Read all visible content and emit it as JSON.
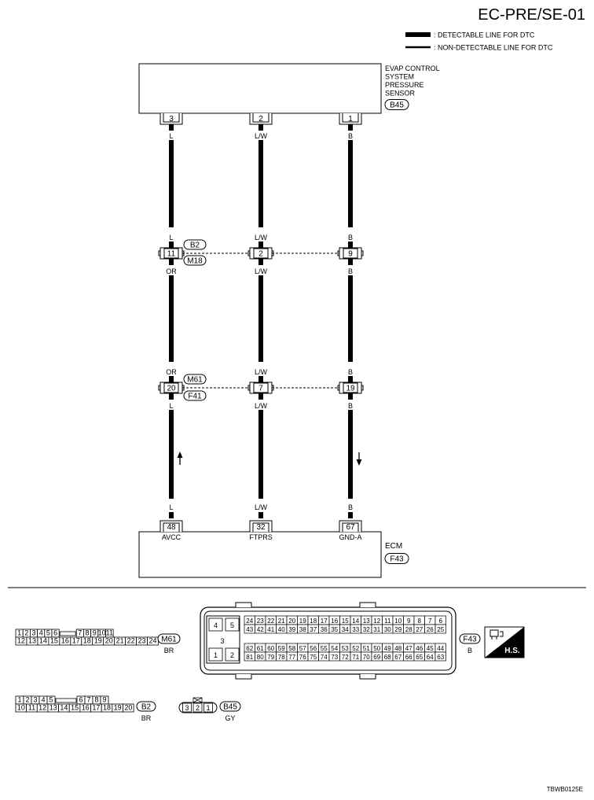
{
  "header": {
    "code": "EC-PRE/SE-01"
  },
  "legend": [
    {
      "text": ": DETECTABLE LINE FOR DTC",
      "style": "thick"
    },
    {
      "text": ": NON-DETECTABLE LINE FOR DTC",
      "style": "thin"
    }
  ],
  "sensor": {
    "name_lines": [
      "EVAP CONTROL",
      "SYSTEM",
      "PRESSURE",
      "SENSOR"
    ],
    "connector": "B45"
  },
  "ecm": {
    "name": "ECM",
    "connector": "F43"
  },
  "wires": [
    {
      "sensor_pin": "3",
      "c1_pin": "11",
      "c2_pin": "20",
      "ecm_pin": "48",
      "terminal": "AVCC",
      "colors": [
        "L",
        "L",
        "OR",
        "OR",
        "L",
        "L"
      ],
      "arrow": "up"
    },
    {
      "sensor_pin": "2",
      "c1_pin": "2",
      "c2_pin": "7",
      "ecm_pin": "32",
      "terminal": "FTPRS",
      "colors": [
        "L/W",
        "L/W",
        "L/W",
        "L/W",
        "L/W",
        "L/W"
      ],
      "arrow": ""
    },
    {
      "sensor_pin": "1",
      "c1_pin": "9",
      "c2_pin": "19",
      "ecm_pin": "67",
      "terminal": "GND-A",
      "colors": [
        "B",
        "B",
        "B",
        "B",
        "B",
        "B"
      ],
      "arrow": "down"
    }
  ],
  "junction1": {
    "upper": "B2",
    "lower": "M18"
  },
  "junction2": {
    "upper": "M61",
    "lower": "F41"
  },
  "faces": {
    "m61": {
      "row1": [
        "1",
        "2",
        "3",
        "4",
        "5",
        "6",
        "",
        "7",
        "8",
        "9",
        "10",
        "11"
      ],
      "row2": [
        "12",
        "13",
        "14",
        "15",
        "16",
        "17",
        "18",
        "19",
        "20",
        "21",
        "22",
        "23",
        "24"
      ],
      "label": "M61",
      "color": "BR"
    },
    "b2": {
      "row1": [
        "1",
        "2",
        "3",
        "4",
        "5",
        "",
        "6",
        "7",
        "8",
        "9"
      ],
      "row2": [
        "10",
        "11",
        "12",
        "13",
        "14",
        "15",
        "16",
        "17",
        "18",
        "19",
        "20"
      ],
      "label": "B2",
      "color": "BR"
    },
    "b45": {
      "pins": [
        "3",
        "2",
        "1"
      ],
      "label": "B45",
      "color": "GY"
    },
    "f43": {
      "big": [
        "4",
        "5",
        "3",
        "1",
        "2"
      ],
      "row1": [
        "24",
        "23",
        "22",
        "21",
        "20",
        "19",
        "18",
        "17",
        "16",
        "15",
        "14",
        "13",
        "12",
        "11",
        "10",
        "9",
        "8",
        "7",
        "6"
      ],
      "row2": [
        "43",
        "42",
        "41",
        "40",
        "39",
        "38",
        "37",
        "36",
        "35",
        "34",
        "33",
        "32",
        "31",
        "30",
        "29",
        "28",
        "27",
        "26",
        "25"
      ],
      "row3": [
        "62",
        "61",
        "60",
        "59",
        "58",
        "57",
        "56",
        "55",
        "54",
        "53",
        "52",
        "51",
        "50",
        "49",
        "48",
        "47",
        "46",
        "45",
        "44"
      ],
      "row4": [
        "81",
        "80",
        "79",
        "78",
        "77",
        "76",
        "75",
        "74",
        "73",
        "72",
        "71",
        "70",
        "69",
        "68",
        "67",
        "66",
        "65",
        "64",
        "63"
      ],
      "label": "F43",
      "color": "B",
      "badge": "H.S."
    }
  },
  "footer": {
    "code": "TBWB0125E"
  },
  "colors": {
    "line": "#000000",
    "background": "#ffffff"
  }
}
